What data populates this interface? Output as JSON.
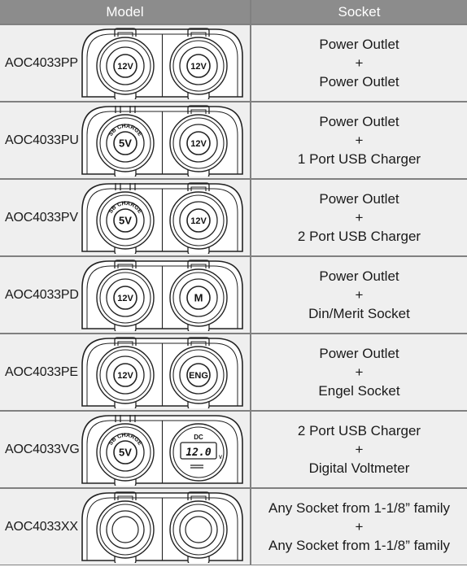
{
  "header": {
    "model": "Model",
    "socket": "Socket"
  },
  "rows": [
    {
      "model": "AOC4033PP",
      "line1": "Power Outlet",
      "plus": "+",
      "line2": "Power Outlet",
      "left": {
        "type": "cig",
        "text": "12V"
      },
      "right": {
        "type": "cig",
        "text": "12V"
      }
    },
    {
      "model": "AOC4033PU",
      "line1": "Power Outlet",
      "plus": "+",
      "line2": "1 Port USB Charger",
      "left": {
        "type": "usb",
        "text": "5V",
        "arc": "USB CHARGER"
      },
      "right": {
        "type": "cig",
        "text": "12V"
      }
    },
    {
      "model": "AOC4033PV",
      "line1": "Power Outlet",
      "plus": "+",
      "line2": "2 Port USB Charger",
      "left": {
        "type": "usb",
        "text": "5V",
        "arc": "USB CHARGER"
      },
      "right": {
        "type": "cig",
        "text": "12V"
      }
    },
    {
      "model": "AOC4033PD",
      "line1": "Power Outlet",
      "plus": "+",
      "line2": "Din/Merit Socket",
      "left": {
        "type": "cig",
        "text": "12V"
      },
      "right": {
        "type": "cig",
        "text": "M"
      }
    },
    {
      "model": "AOC4033PE",
      "line1": "Power Outlet",
      "plus": "+",
      "line2": "Engel Socket",
      "left": {
        "type": "cig",
        "text": "12V"
      },
      "right": {
        "type": "cig",
        "text": "ENG"
      }
    },
    {
      "model": "AOC4033VG",
      "line1": "2 Port USB Charger",
      "plus": "+",
      "line2": "Digital Voltmeter",
      "left": {
        "type": "usb",
        "text": "5V",
        "arc": "USB CHARGER"
      },
      "right": {
        "type": "volt",
        "dc": "DC",
        "reading": "12.0",
        "unit": "V"
      }
    },
    {
      "model": "AOC4033XX",
      "line1": "Any Socket from 1-1/8” family",
      "plus": "+",
      "line2": "Any Socket from 1-1/8” family",
      "left": {
        "type": "blank",
        "text": ""
      },
      "right": {
        "type": "blank",
        "text": ""
      }
    }
  ]
}
